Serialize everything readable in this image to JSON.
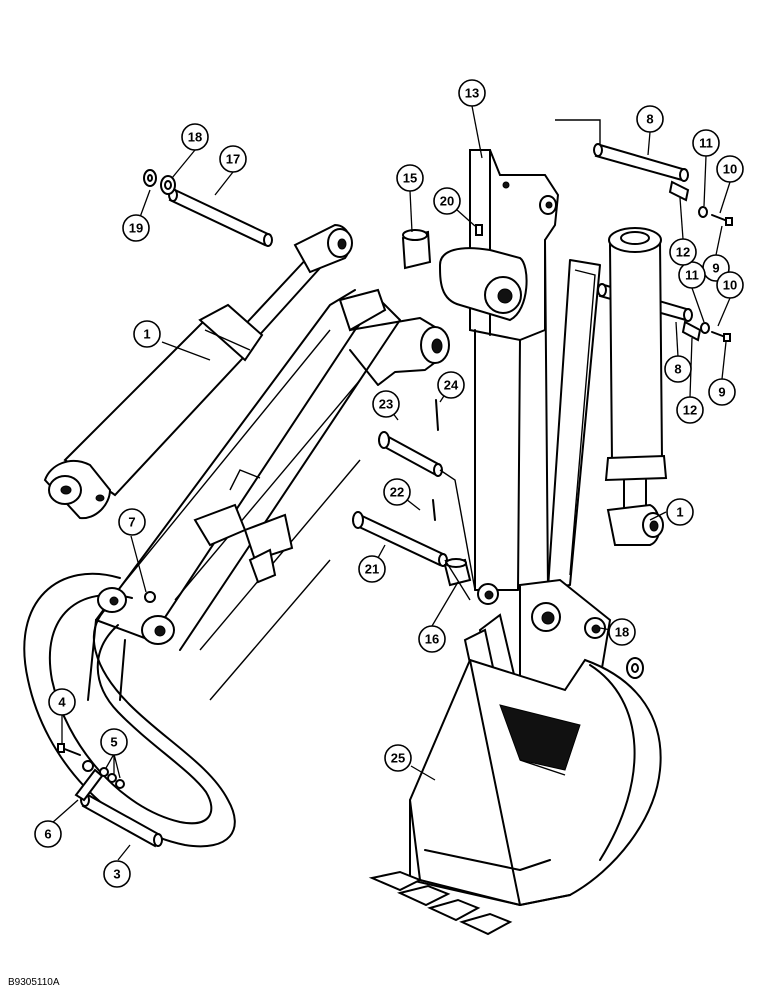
{
  "figure_code": "B9305110A",
  "callouts": [
    {
      "id": "c1a",
      "label": "1"
    },
    {
      "id": "c1b",
      "label": "1"
    },
    {
      "id": "c3",
      "label": "3"
    },
    {
      "id": "c4",
      "label": "4"
    },
    {
      "id": "c5",
      "label": "5"
    },
    {
      "id": "c6",
      "label": "6"
    },
    {
      "id": "c7",
      "label": "7"
    },
    {
      "id": "c8a",
      "label": "8"
    },
    {
      "id": "c8b",
      "label": "8"
    },
    {
      "id": "c9a",
      "label": "9"
    },
    {
      "id": "c9b",
      "label": "9"
    },
    {
      "id": "c10a",
      "label": "10"
    },
    {
      "id": "c10b",
      "label": "10"
    },
    {
      "id": "c11a",
      "label": "11"
    },
    {
      "id": "c11b",
      "label": "11"
    },
    {
      "id": "c12a",
      "label": "12"
    },
    {
      "id": "c12b",
      "label": "12"
    },
    {
      "id": "c13",
      "label": "13"
    },
    {
      "id": "c15",
      "label": "15"
    },
    {
      "id": "c16",
      "label": "16"
    },
    {
      "id": "c17",
      "label": "17"
    },
    {
      "id": "c18a",
      "label": "18"
    },
    {
      "id": "c18b",
      "label": "18"
    },
    {
      "id": "c19",
      "label": "19"
    },
    {
      "id": "c20",
      "label": "20"
    },
    {
      "id": "c21",
      "label": "21"
    },
    {
      "id": "c22",
      "label": "22"
    },
    {
      "id": "c23",
      "label": "23"
    },
    {
      "id": "c24",
      "label": "24"
    },
    {
      "id": "c25",
      "label": "25"
    }
  ]
}
